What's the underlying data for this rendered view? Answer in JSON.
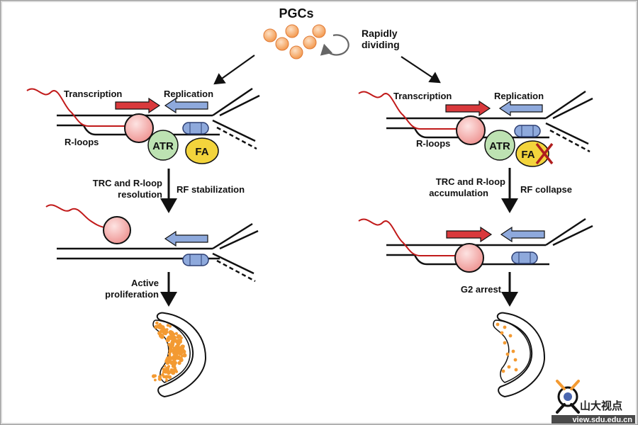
{
  "title": "PGCs",
  "rapidly_dividing": [
    "Rapidly",
    "dividing"
  ],
  "left": {
    "transcription": "Transcription",
    "replication": "Replication",
    "rloops": "R-loops",
    "atr": "ATR",
    "fa": "FA",
    "step_left": [
      "TRC and R-loop",
      "resolution"
    ],
    "step_right": "RF stabilization",
    "outcome": [
      "Active",
      "proliferation"
    ]
  },
  "right": {
    "transcription": "Transcription",
    "replication": "Replication",
    "rloops": "R-loops",
    "atr": "ATR",
    "fa": "FA",
    "step_left": [
      "TRC and R-loop",
      "accumulation"
    ],
    "step_right": "RF collapse",
    "outcome": "G2 arrest"
  },
  "watermark": {
    "cn": "山大视点",
    "url": "view.sdu.edu.cn"
  },
  "colors": {
    "transcription_arrow": "#d9393c",
    "replication_arrow": "#8ea9dc",
    "rnap": "#f4aaa8",
    "atr": "#bde2b2",
    "fa": "#f3d43c",
    "pgc": "#f5a463",
    "cell_dots": "#f39a32"
  }
}
